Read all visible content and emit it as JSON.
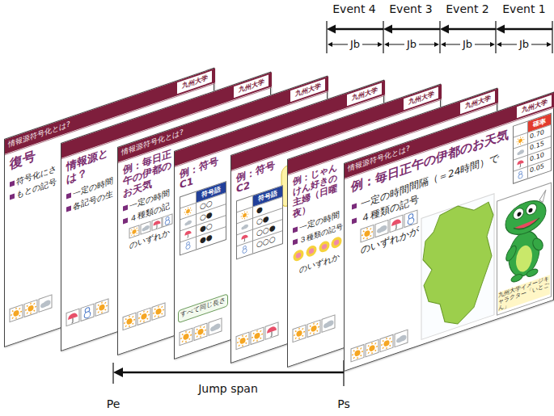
{
  "diagram": {
    "nodes": [
      {
        "text": [
          "情報源符号化とは?",
          "九州大学",
          "復号",
          "符号化にさ",
          "もとの記号"
        ]
      },
      {
        "text": [
          "九州大学",
          "情報源とは？",
          "一定の時間",
          "各記号の生"
        ]
      },
      {
        "text": [
          "情報源符号化とは?",
          "九州大学",
          "例：毎日正午の伊都のお天気",
          "一定の時間",
          "４種類の記",
          "のいずれか"
        ]
      },
      {
        "text": [
          "九州大学",
          "例：符号C1"
        ]
      },
      {
        "text": [
          "符号語",
          "○○",
          "○●",
          "●○",
          "●●"
        ],
        "in": 3
      },
      {
        "text": [
          "すべて同じ長さ"
        ],
        "in": 3
      },
      {
        "text": [
          "九州大学",
          "例：符号C2"
        ]
      },
      {
        "text": [
          "符号語",
          "●",
          "○●",
          "○○●",
          "○○○"
        ],
        "in": 6
      },
      {
        "text": [
          "九州大学",
          "例：じゃんけん好きの主婦（日曜夜）",
          "一定の時間",
          "３種類の記号",
          "のいずれか"
        ]
      },
      {
        "text": [
          "情報源符号化とは?",
          "九州大学",
          "例：毎日正午の伊都のお天気",
          "一定の時間間隔（＝24時間）で",
          "４種類の記号",
          "のいずれかが"
        ]
      },
      {
        "text": [
          "確率",
          "0.70",
          "0.15",
          "0.10",
          "0.05"
        ],
        "in": 9
      },
      {
        "text": [
          "九州大学イメージキャラクター「いとごん」"
        ],
        "in": 9
      }
    ],
    "labels": [
      "Event 4",
      "Event 3",
      "Event 2",
      "Event 1",
      "Jb",
      "Jb",
      "Jb",
      "Jb",
      "Jump span",
      "Pe",
      "Ps"
    ]
  }
}
